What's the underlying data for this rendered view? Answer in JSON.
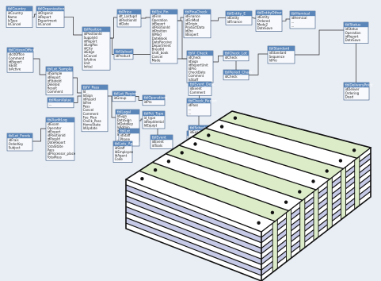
{
  "colors": {
    "canvas_background": "#e9eef5",
    "table_title_bar": "#5b86b9",
    "table_body": "#f7f9fc",
    "table_border": "#37577f",
    "relationship_line": "#2b2b2b",
    "stack_face_white": "#ffffff",
    "stack_face_green": "#dcecc8",
    "stack_layer_side": "#c7cae6",
    "stack_outline": "#111111",
    "cube_dot": "#111111"
  },
  "illustration": {
    "background": "relationships-diagram",
    "foreground": "stacked-data-cube",
    "stack_layer_count": 9,
    "top_plank_count": 8
  },
  "tables": [
    {
      "title": "tblCountry",
      "fields": [
        "idCountry",
        "Name",
        "IsType",
        "IsCancel"
      ]
    },
    {
      "title": "tblOrganization",
      "fields": [
        "idOrganiz",
        "idReport",
        "Department",
        "IsCancel"
      ]
    },
    {
      "title": "tblPrice",
      "fields": [
        "idt_Lastupd",
        "idPositionId",
        "idDate"
      ]
    },
    {
      "title": "tblEpi_Fin",
      "fields": [
        "idFinn",
        "Operation",
        "idReport",
        "idPositionId",
        "idPosition",
        "IdMod",
        "DateBook",
        "DateReceive",
        "Department",
        "BreedId",
        "Usdt_book",
        "Cancel",
        "Made"
      ]
    },
    {
      "title": "tblFinaCheck",
      "fields": [
        "idFinance",
        "idFinMod",
        "idOrigin",
        "ProductData",
        "IdPro",
        "IdExpert"
      ]
    },
    {
      "title": "tblEntity_E",
      "fields": [
        "idEntity",
        "idFinance"
      ]
    },
    {
      "title": "tblEntityOther",
      "fields": [
        "idEntity",
        "Ordered",
        "Mode2",
        "DateSave"
      ]
    },
    {
      "title": "tblHemical",
      "fields": [
        "idHemical",
        "...",
        "..."
      ]
    },
    {
      "title": "tblPosition",
      "fields": [
        "idPositionId",
        "SupplyId",
        "idReport",
        "idLegPos",
        "idCity",
        "idEdge",
        "IsCancel",
        "IsActive",
        "Unit",
        "Initial"
      ]
    },
    {
      "title": "tblCitizenOffice",
      "fields": [
        "idcitOffice",
        "Comment",
        "idReport",
        "IsEdit",
        "IsActive"
      ]
    },
    {
      "title": "tblUpload",
      "fields": [
        "idProduct"
      ]
    },
    {
      "title": "tblV_Check",
      "fields": [
        "idCheck",
        "IdSign",
        "idReportUnit",
        "IdPro",
        "CheckDate",
        "Comment",
        "IsStaff"
      ]
    },
    {
      "title": "tblCheck_Lot",
      "fields": [
        "idCheck"
      ]
    },
    {
      "title": "tblPeriod_Chain",
      "fields": [
        "idCheck"
      ]
    },
    {
      "title": "tblStandard",
      "fields": [
        "idStandard",
        "Sequence",
        "IdPro"
      ]
    },
    {
      "title": "tblStatus",
      "fields": [
        "idStatus",
        "Operation",
        "idReport",
        "DateSave"
      ]
    },
    {
      "title": "tblEvent_Desc",
      "fields": [
        "idEvent",
        "Comment"
      ]
    },
    {
      "title": "tblOperations",
      "fields": [
        "idPro"
      ]
    },
    {
      "title": "tblLot_Region",
      "fields": [
        "idGroup"
      ]
    },
    {
      "title": "tblLot_Sample",
      "fields": [
        "idSample",
        "idReport",
        "idStateId",
        "Deleted",
        "Result",
        "Comment"
      ]
    },
    {
      "title": "tblV_Pass",
      "fields": [
        "Id",
        "IdSign",
        "idPassId",
        "IdFee",
        "Pass",
        "Cancel",
        "Comment",
        "Fee_Plan",
        "Check_Pass",
        "HomeState",
        "IdUpdate"
      ]
    },
    {
      "title": "tblLegal",
      "fields": [
        "IdSign",
        "DataSign",
        "IdDataKey",
        "IsAdmin",
        "IsUser",
        "IdSearch",
        "_Active_ref"
      ]
    },
    {
      "title": "tblPct_Type",
      "fields": [
        "id_type",
        "idRepIdental",
        "IdEquipt"
      ]
    },
    {
      "title": "tblDeliveryPoint",
      "fields": [
        "idDeliver",
        "Ordering",
        "Dead"
      ]
    },
    {
      "title": "tblEvent",
      "fields": [
        "idEvent",
        "idTools"
      ]
    },
    {
      "title": "tblCheck_Report",
      "fields": [
        "idPass",
        "...",
        "..."
      ]
    },
    {
      "title": "tblLot",
      "fields": [
        "idStaff",
        "Phone",
        "Name"
      ]
    },
    {
      "title": "tblLots_Agent",
      "fields": [
        "idStaff",
        "IdEmployee",
        "IdAgent",
        "Code"
      ]
    },
    {
      "title": "tblSamples",
      "fields": [
        "IdStaff",
        "..."
      ]
    },
    {
      "title": "tblLot_Fonds",
      "fields": [
        "idFrais",
        "OrderKey",
        "Subject"
      ]
    },
    {
      "title": "tblAuditLog",
      "fields": [
        "idExam",
        "Operator",
        "idExpert",
        "idPositionId",
        "idPassId",
        "DateReport",
        "TotalState",
        "Pass",
        "idProcessor_place",
        "TotalPass"
      ]
    },
    {
      "title": "tblSchedule",
      "fields": [
        "idExam",
        "..."
      ]
    },
    {
      "title": "tblMainValue",
      "fields": [
        "..."
      ]
    }
  ]
}
